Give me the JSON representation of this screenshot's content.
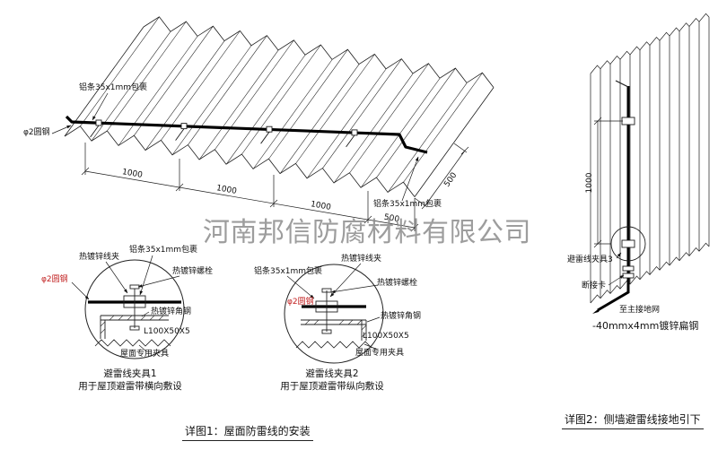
{
  "watermark": "河南邦信防腐材料有限公司",
  "colors": {
    "line": "#1c1c1c",
    "red_label": "#c22222",
    "watermark_gray": "#8d8d8d"
  },
  "main_view": {
    "label_al_strip_top": "铝条35x1mm包裹",
    "label_round_steel": "φ2圆钢",
    "label_al_strip_right": "铝条35x1mm包裹",
    "dim_1000_a": "1000",
    "dim_1000_b": "1000",
    "dim_1000_c": "1000",
    "dim_500_chain": "500",
    "dim_500_edge": "500"
  },
  "detail1": {
    "label_clamp": "热镀锌线夹",
    "label_al_strip": "铝条35x1mm包裹",
    "label_bolt": "热镀锌螺栓",
    "label_round_steel": "φ2圆钢",
    "label_angle": "热镀锌角钢",
    "label_angle_spec": "L100X50X5",
    "label_roof_fixture": "屋面专用夹具",
    "title": "避雷线夹具1",
    "subtitle": "用于屋顶避雷带横向敷设"
  },
  "detail2": {
    "label_al_strip": "铝条35x1mm包裹",
    "label_clamp": "热镀锌线夹",
    "label_bolt": "热镀锌螺栓",
    "label_round_steel": "φ2圆钢",
    "label_angle": "热镀锌角钢",
    "label_angle_spec": "L100X50X5",
    "label_roof_fixture": "屋面专用夹具",
    "title": "避雷线夹具2",
    "subtitle": "用于屋顶避雷带纵向敷设"
  },
  "wall_view": {
    "dim_1000": "1000",
    "label_clamp3": "避雷线夹具3",
    "label_disconnect": "断接卡",
    "label_to_ground": "至主接地网",
    "label_flat_steel": "-40mmx4mm镀锌扁钢"
  },
  "captions": {
    "detail1": "详图1：屋面防雷线的安装",
    "detail2": "详图2：侧墙避雷线接地引下"
  }
}
